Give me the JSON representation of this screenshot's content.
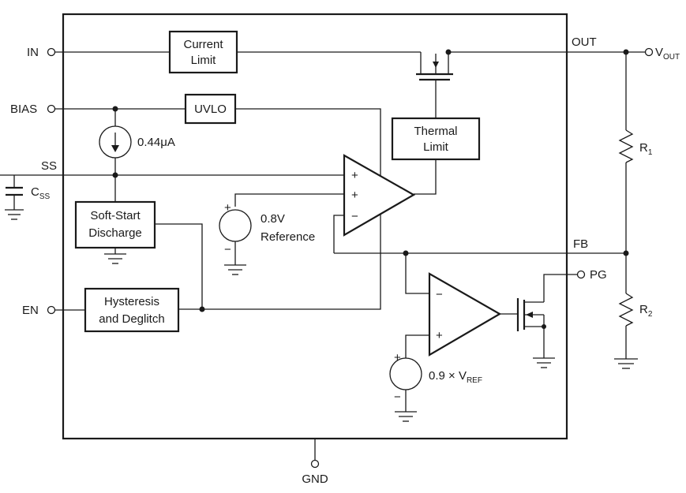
{
  "pins": {
    "in": "IN",
    "bias": "BIAS",
    "ss": "SS",
    "en": "EN",
    "out": "OUT",
    "vout_main": "V",
    "vout_sub": "OUT",
    "fb": "FB",
    "pg": "PG",
    "gnd": "GND"
  },
  "blocks": {
    "current_limit": [
      "Current",
      "Limit"
    ],
    "uvlo": "UVLO",
    "thermal_limit": [
      "Thermal",
      "Limit"
    ],
    "soft_start": [
      "Soft-Start",
      "Discharge"
    ],
    "hysteresis": [
      "Hysteresis",
      "and Deglitch"
    ]
  },
  "sources": {
    "current": "0.44μA",
    "reference": [
      "0.8V",
      "Reference"
    ],
    "pg_ref_main": "0.9 × V",
    "pg_ref_sub": "REF"
  },
  "components": {
    "css_main": "C",
    "css_sub": "SS",
    "r1_main": "R",
    "r1_sub": "1",
    "r2_main": "R",
    "r2_sub": "2"
  },
  "signs": {
    "plus": "+",
    "minus": "−"
  }
}
